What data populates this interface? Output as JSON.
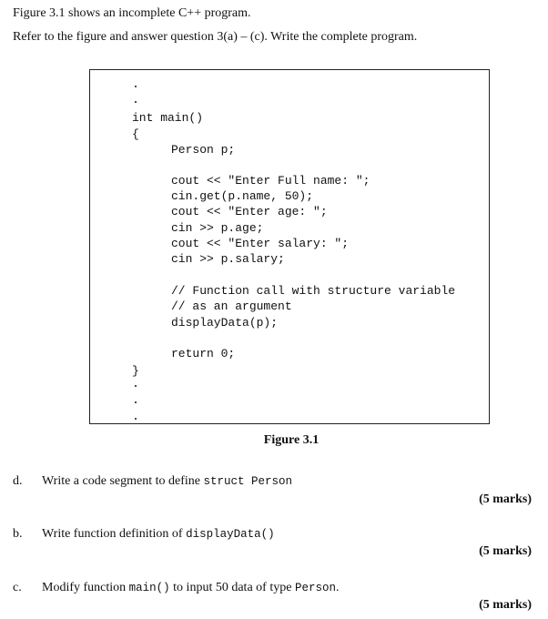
{
  "intro": {
    "line1": "Figure 3.1 shows an incomplete C++ program.",
    "line2": "Refer to the figure and answer question 3(a) – (c). Write the complete program."
  },
  "figure": {
    "code_lines": [
      "int main()",
      "{",
      "Person p;",
      "cout << \"Enter Full name: \";",
      "cin.get(p.name, 50);",
      "cout << \"Enter age: \";",
      "cin >> p.age;",
      "cout << \"Enter salary: \";",
      "cin >> p.salary;",
      "// Function call with structure variable",
      "// as an argument",
      "displayData(p);",
      "return 0;",
      "}"
    ],
    "caption": "Figure 3.1"
  },
  "questions": [
    {
      "label": "d.",
      "text_before": "Write a code segment to define ",
      "code": "struct Person",
      "text_after": "",
      "marks": "(5 marks)"
    },
    {
      "label": "b.",
      "text_before": "Write function definition of ",
      "code": "displayData()",
      "text_after": "",
      "marks": "(5 marks)"
    },
    {
      "label": "c.",
      "text_before": "Modify function ",
      "code": "main()",
      "text_mid": " to input 50 data of type ",
      "code2": "Person",
      "text_after": ".",
      "marks": "(5 marks)"
    }
  ]
}
